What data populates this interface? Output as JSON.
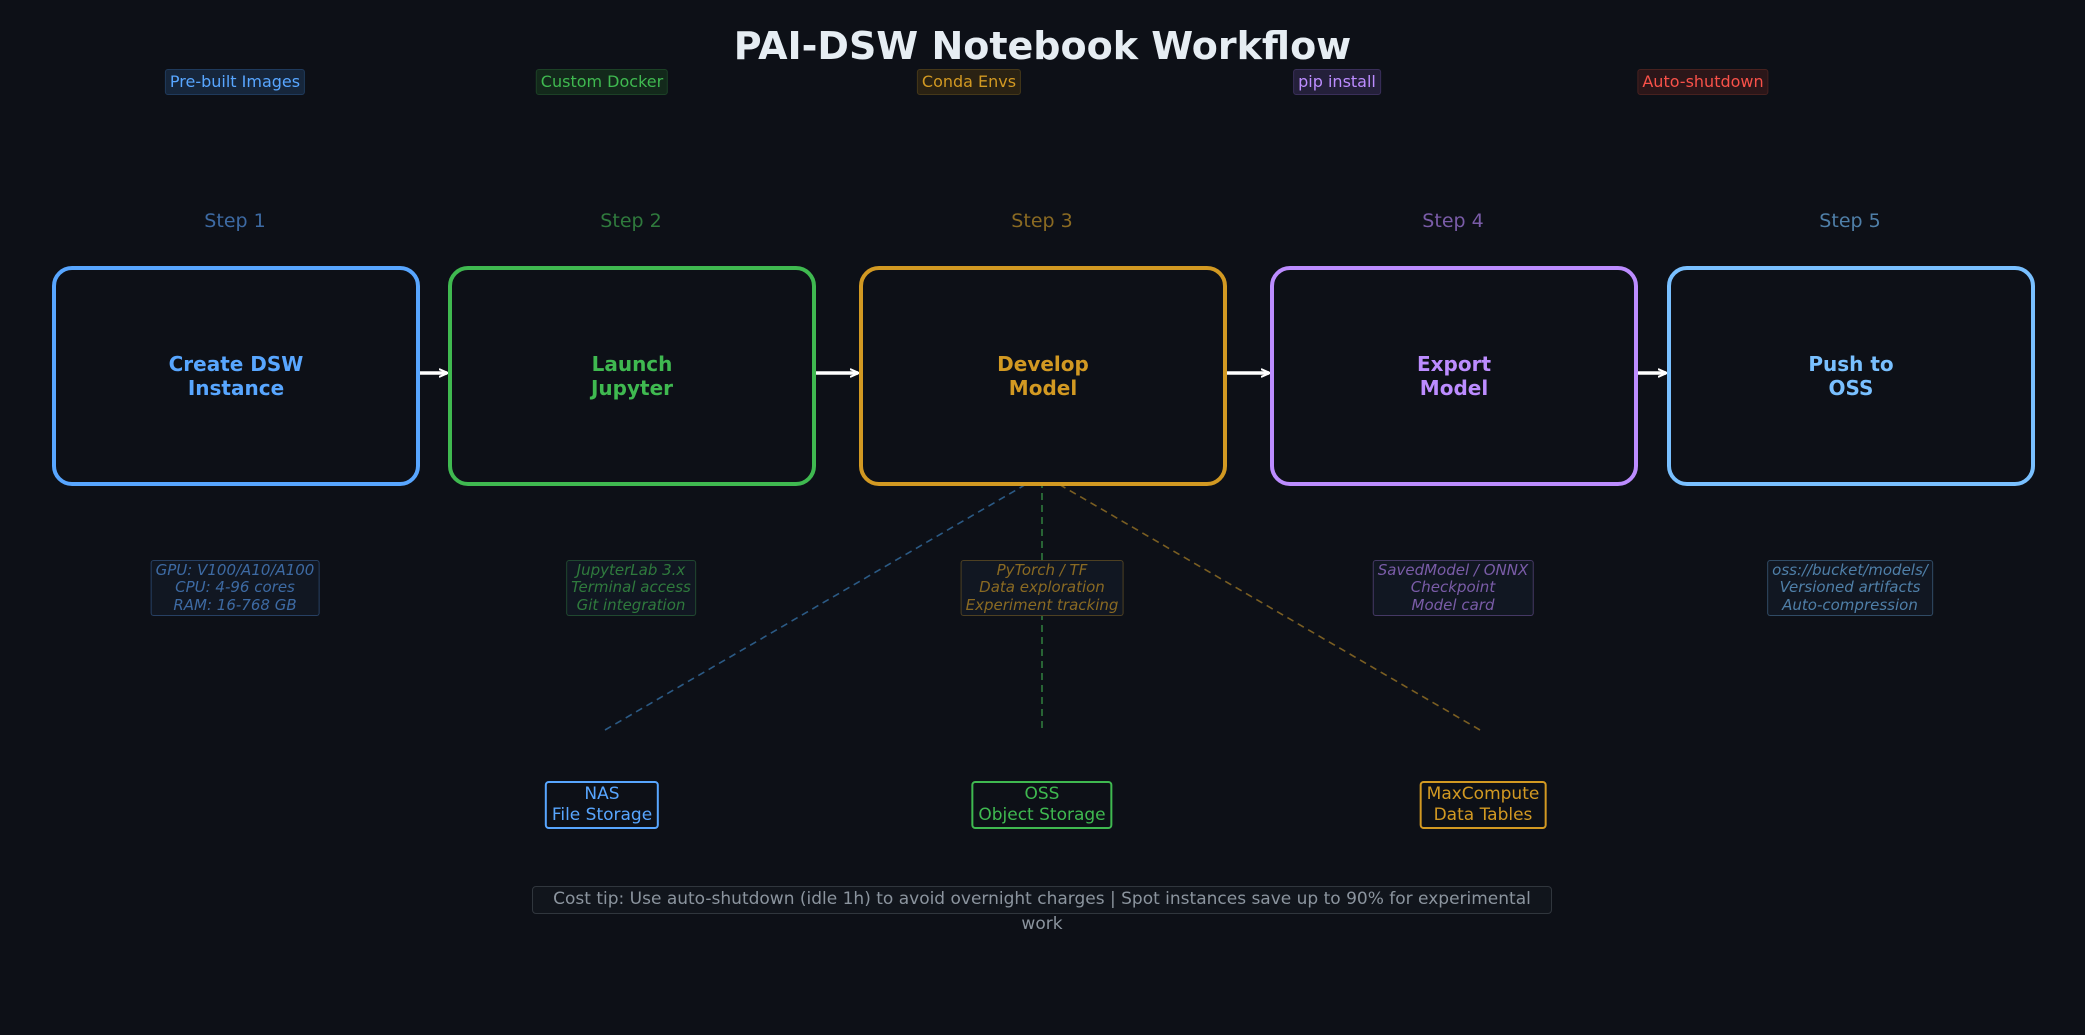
{
  "title": "PAI-DSW Notebook Workflow",
  "tags": [
    {
      "label": "Pre-built Images",
      "color": "#58a6ff",
      "bg": "#16263b",
      "border": "#1f3a5c"
    },
    {
      "label": "Custom Docker",
      "color": "#3fb950",
      "bg": "#13291b",
      "border": "#1c4126"
    },
    {
      "label": "Conda Envs",
      "color": "#d29922",
      "bg": "#2a2213",
      "border": "#453819"
    },
    {
      "label": "pip install",
      "color": "#bc8cff",
      "bg": "#24203a",
      "border": "#3a2f5a"
    },
    {
      "label": "Auto-shutdown",
      "color": "#f85149",
      "bg": "#2b1619",
      "border": "#47211f"
    }
  ],
  "steps": [
    {
      "step": "Step 1",
      "name": "Create DSW\nInstance",
      "color": "#58a6ff",
      "label_color": "#3d6aa3",
      "details": "GPU: V100/A10/A100\nCPU: 4-96 cores\nRAM: 16-768 GB"
    },
    {
      "step": "Step 2",
      "name": "Launch\nJupyter",
      "color": "#3fb950",
      "label_color": "#2f7a3d",
      "details": "JupyterLab 3.x\nTerminal access\nGit integration"
    },
    {
      "step": "Step 3",
      "name": "Develop\nModel",
      "color": "#d29922",
      "label_color": "#8a6a22",
      "details": "PyTorch / TF\nData exploration\nExperiment tracking"
    },
    {
      "step": "Step 4",
      "name": "Export\nModel",
      "color": "#bc8cff",
      "label_color": "#7a5ca8",
      "details": "SavedModel / ONNX\nCheckpoint\nModel card"
    },
    {
      "step": "Step 5",
      "name": "Push to\nOSS",
      "color": "#79c0ff",
      "label_color": "#4f7fa8",
      "details": "oss://bucket/models/\nVersioned artifacts\nAuto-compression"
    }
  ],
  "storage": [
    {
      "name": "NAS\nFile Storage",
      "color": "#58a6ff"
    },
    {
      "name": "OSS\nObject Storage",
      "color": "#3fb950"
    },
    {
      "name": "MaxCompute\nData Tables",
      "color": "#d29922"
    }
  ],
  "tip": "Cost tip: Use auto-shutdown (idle 1h) to avoid overnight charges  |  Spot instances save up to 90% for experimental work",
  "colors": {
    "background": "#0d1017",
    "title": "#e6edf3",
    "arrow": "#ffffff"
  }
}
